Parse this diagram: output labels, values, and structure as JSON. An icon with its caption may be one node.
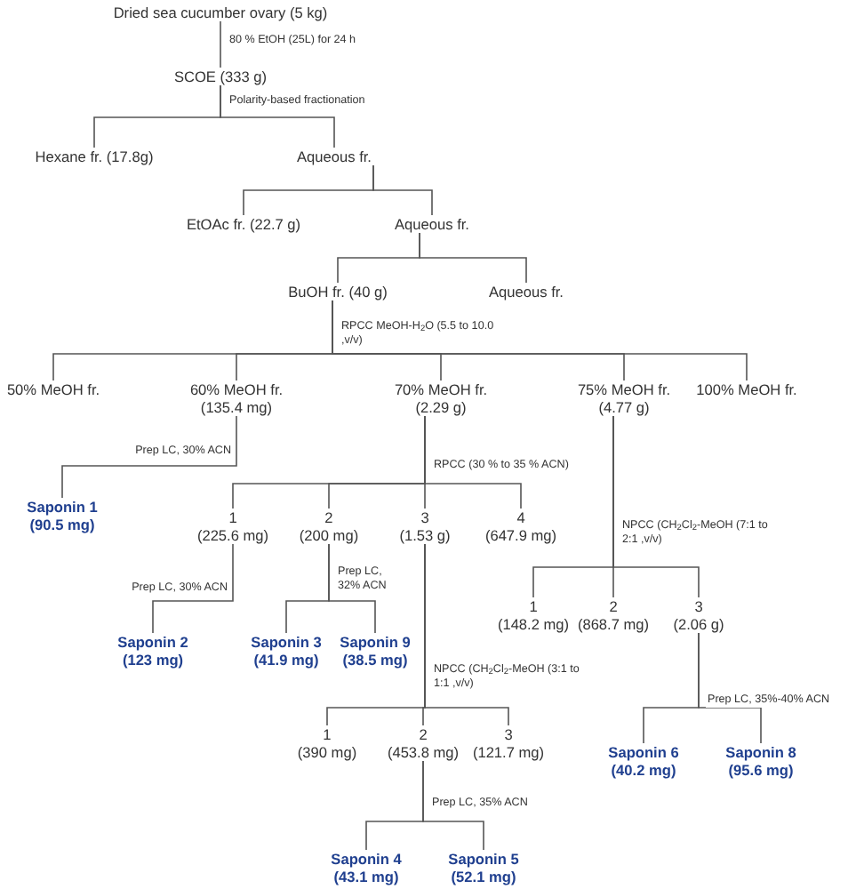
{
  "diagram": {
    "nodes": [
      {
        "text": [
          "Dried sea cucumber ovary (5 kg)"
        ]
      },
      {
        "text": [
          "SCOE (333 g)"
        ]
      },
      {
        "text": [
          "Hexane fr. (17.8g)"
        ]
      },
      {
        "text": [
          "Aqueous fr."
        ]
      },
      {
        "text": [
          "EtOAc fr. (22.7 g)"
        ]
      },
      {
        "text": [
          "Aqueous fr."
        ]
      },
      {
        "text": [
          "BuOH fr. (40 g)"
        ]
      },
      {
        "text": [
          "Aqueous fr."
        ]
      },
      {
        "text": [
          "50% MeOH fr."
        ]
      },
      {
        "text": [
          "60% MeOH fr.",
          "(135.4 mg)"
        ]
      },
      {
        "text": [
          "70% MeOH fr.",
          "(2.29 g)"
        ]
      },
      {
        "text": [
          "75% MeOH fr.",
          "(4.77 g)"
        ]
      },
      {
        "text": [
          "100% MeOH fr."
        ]
      },
      {
        "text": [
          "Saponin 1",
          "(90.5 mg)"
        ]
      },
      {
        "text": [
          "1",
          "(225.6 mg)"
        ]
      },
      {
        "text": [
          "2",
          "(200 mg)"
        ]
      },
      {
        "text": [
          "3",
          "(1.53 g)"
        ]
      },
      {
        "text": [
          "4",
          "(647.9 mg)"
        ]
      },
      {
        "text": [
          "1",
          "(148.2 mg)"
        ]
      },
      {
        "text": [
          "2",
          "(868.7 mg)"
        ]
      },
      {
        "text": [
          "3",
          "(2.06 g)"
        ]
      },
      {
        "text": [
          "Saponin 2",
          "(123 mg)"
        ]
      },
      {
        "text": [
          "Saponin 3",
          "(41.9 mg)"
        ]
      },
      {
        "text": [
          "Saponin 9",
          "(38.5 mg)"
        ]
      },
      {
        "text": [
          "1",
          "(390 mg)"
        ]
      },
      {
        "text": [
          "2",
          "(453.8 mg)"
        ]
      },
      {
        "text": [
          "3",
          "(121.7 mg)"
        ]
      },
      {
        "text": [
          "Saponin 6",
          "(40.2 mg)"
        ]
      },
      {
        "text": [
          "Saponin 8",
          "(95.6 mg)"
        ]
      },
      {
        "text": [
          "Saponin 4",
          "(43.1 mg)"
        ]
      },
      {
        "text": [
          "Saponin 5",
          "(52.1 mg)"
        ]
      }
    ],
    "edges": [
      {
        "from": 0,
        "to": 1,
        "arrow": "none",
        "label": "80 % EtOH (25L) for 24 h"
      },
      {
        "from": 1,
        "to": 2,
        "arrow": "none",
        "label": "Polarity-based fractionation"
      },
      {
        "from": 1,
        "to": 3,
        "arrow": "none"
      },
      {
        "from": 3,
        "to": 4,
        "arrow": "none"
      },
      {
        "from": 3,
        "to": 5,
        "arrow": "none"
      },
      {
        "from": 5,
        "to": 6,
        "arrow": "none"
      },
      {
        "from": 5,
        "to": 7,
        "arrow": "none"
      },
      {
        "from": 6,
        "to": 8,
        "arrow": "none",
        "label": "RPCC MeOH-H$_{2}$O (5.5 to 10.0 ,v/v)"
      },
      {
        "from": 6,
        "to": 9,
        "arrow": "none"
      },
      {
        "from": 6,
        "to": 10,
        "arrow": "none"
      },
      {
        "from": 6,
        "to": 11,
        "arrow": "none"
      },
      {
        "from": 6,
        "to": 12,
        "arrow": "none"
      },
      {
        "from": 9,
        "to": 13,
        "arrow": "none",
        "label": "Prep LC, 30% ACN"
      },
      {
        "from": 10,
        "to": 14,
        "arrow": "none",
        "label": "RPCC (30 % to 35 % ACN)"
      },
      {
        "from": 10,
        "to": 15,
        "arrow": "none"
      },
      {
        "from": 10,
        "to": 16,
        "arrow": "none"
      },
      {
        "from": 10,
        "to": 17,
        "arrow": "none"
      },
      {
        "from": 11,
        "to": 18,
        "arrow": "none",
        "label": "NPCC (CH$_{2}$Cl$_{2}$-MeOH (7:1 to 2:1 ,v/v)"
      },
      {
        "from": 11,
        "to": 19,
        "arrow": "none"
      },
      {
        "from": 11,
        "to": 20,
        "arrow": "none"
      },
      {
        "from": 14,
        "to": 21,
        "arrow": "none",
        "label": "Prep LC, 30% ACN"
      },
      {
        "from": 15,
        "to": 22,
        "arrow": "none",
        "label": "Prep LC, 32% ACN"
      },
      {
        "from": 15,
        "to": 23,
        "arrow": "none"
      },
      {
        "from": 16,
        "to": 24,
        "arrow": "none",
        "label": "NPCC (CH$_{2}$Cl$_{2}$-MeOH (3:1 to 1:1 ,v/v)"
      },
      {
        "from": 16,
        "to": 25,
        "arrow": "none"
      },
      {
        "from": 16,
        "to": 26,
        "arrow": "none"
      },
      {
        "from": 20,
        "to": 27,
        "arrow": "none",
        "label": "Prep LC, 35%-40% ACN"
      },
      {
        "from": 20,
        "to": 28,
        "arrow": "none"
      },
      {
        "from": 25,
        "to": 29,
        "arrow": "none",
        "label": "Prep LC, 35% ACN"
      },
      {
        "from": 25,
        "to": 30,
        "arrow": "none"
      }
    ]
  }
}
